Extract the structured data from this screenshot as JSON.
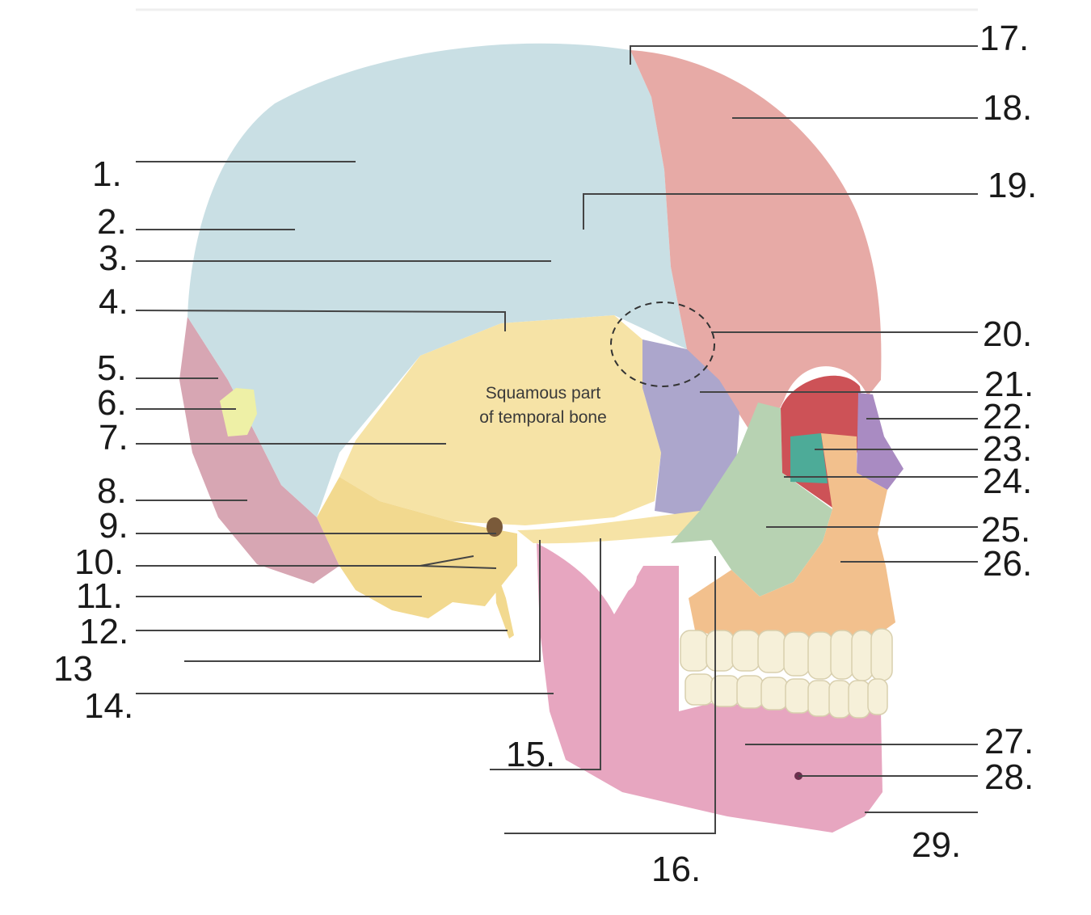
{
  "caption": {
    "line1": "Squamous part",
    "line2": "of temporal bone"
  },
  "labels": {
    "l1": "1.",
    "l2": "2.",
    "l3": "3.",
    "l4": "4.",
    "l5": "5.",
    "l6": "6.",
    "l7": "7.",
    "l8": "8.",
    "l9": "9.",
    "l10": "10.",
    "l11": "11.",
    "l12": "12.",
    "l13": "13",
    "l14": "14.",
    "l15": "15.",
    "l16": "16.",
    "l17": "17.",
    "l18": "18.",
    "l19": "19.",
    "l20": "20.",
    "l21": "21.",
    "l22": "22.",
    "l23": "23.",
    "l24": "24.",
    "l25": "25.",
    "l26": "26.",
    "l27": "27.",
    "l28": "28.",
    "l29": "29."
  },
  "colors": {
    "parietal": "#c9dfe4",
    "frontal": "#e7aaa6",
    "temporal": "#f6e3a6",
    "occipital": "#d7a6b3",
    "sphenoid": "#aca6cc",
    "zygomatic": "#b7d2b2",
    "maxilla": "#f2c08d",
    "mandible": "#e7a6c0",
    "teeth": "#f6f0d9",
    "nasal": "#a98bc2",
    "lacrimal": "#4dab98",
    "orbit": "#c4343a",
    "sutural": "#eef0a6"
  }
}
